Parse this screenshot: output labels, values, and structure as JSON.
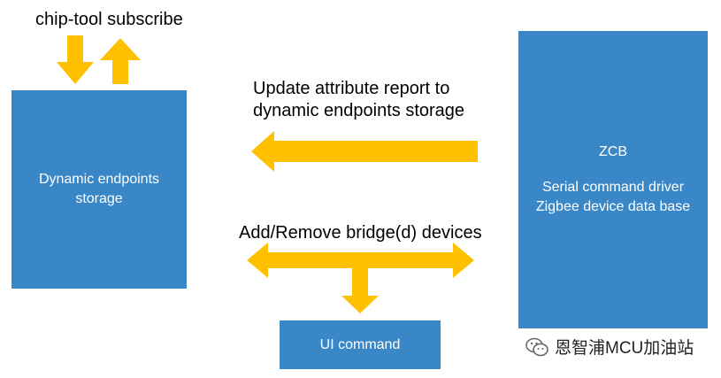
{
  "labels": {
    "subscribe": "chip-tool subscribe",
    "update_line1": "Update attribute report to",
    "update_line2": "dynamic endpoints storage",
    "add_remove": "Add/Remove bridge(d) devices"
  },
  "boxes": {
    "dynamic_line1": "Dynamic endpoints",
    "dynamic_line2": "storage",
    "zcb_title": "ZCB",
    "zcb_line1": "Serial command driver",
    "zcb_line2": "Zigbee device data base",
    "ui_command": "UI command"
  },
  "watermark": {
    "text": "恩智浦MCU加油站",
    "icon": "wechat-icon"
  },
  "colors": {
    "box": "#3a87c8",
    "arrow": "#ffc000",
    "label": "#000000"
  }
}
